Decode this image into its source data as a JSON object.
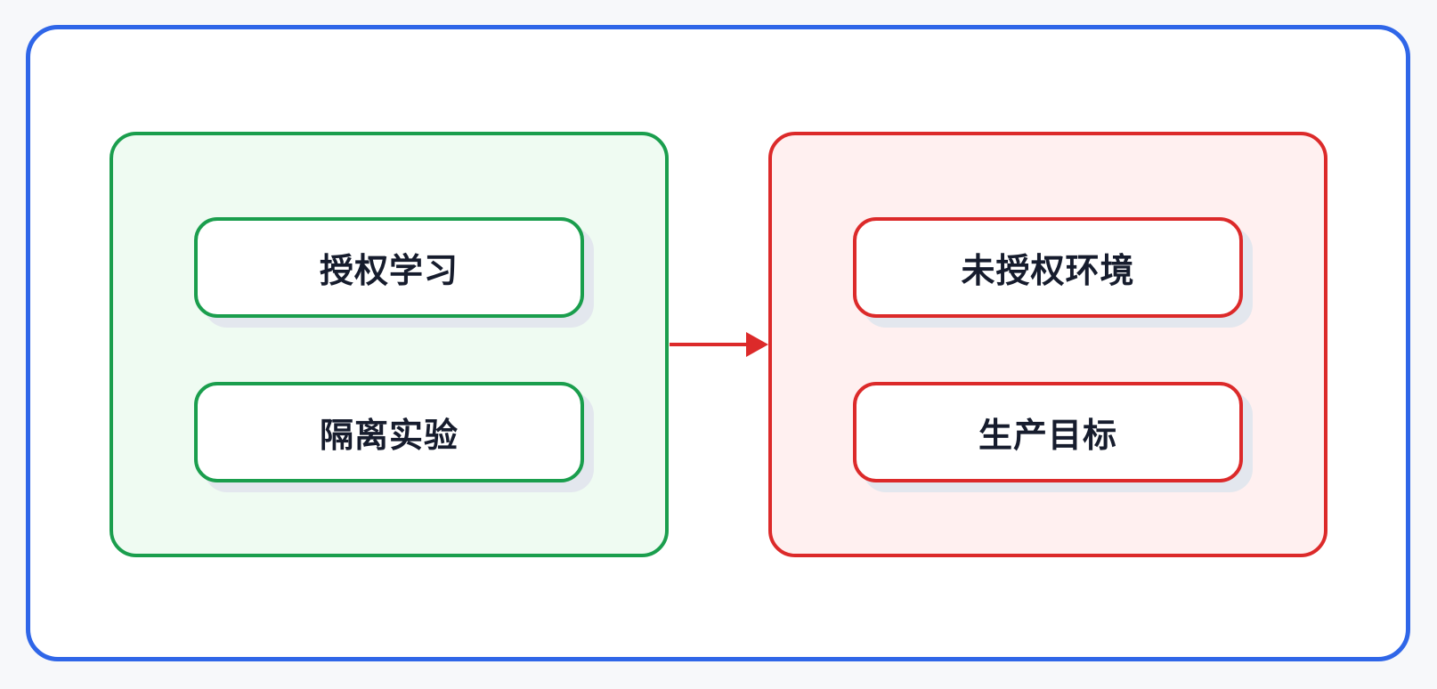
{
  "diagram": {
    "colors": {
      "frame": "#2f66e8",
      "left_group_border": "#1a9e4d",
      "left_group_fill": "#effbf2",
      "right_group_border": "#dc2a2a",
      "right_group_fill": "#fff0f0",
      "arrow": "#dc2a2a",
      "node_text": "#161c2d"
    },
    "left_group": {
      "nodes": [
        {
          "label": "授权学习"
        },
        {
          "label": "隔离实验"
        }
      ]
    },
    "right_group": {
      "nodes": [
        {
          "label": "未授权环境"
        },
        {
          "label": "生产目标"
        }
      ]
    },
    "edges": [
      {
        "from": "left_group",
        "to": "right_group",
        "style": "arrow"
      }
    ]
  }
}
